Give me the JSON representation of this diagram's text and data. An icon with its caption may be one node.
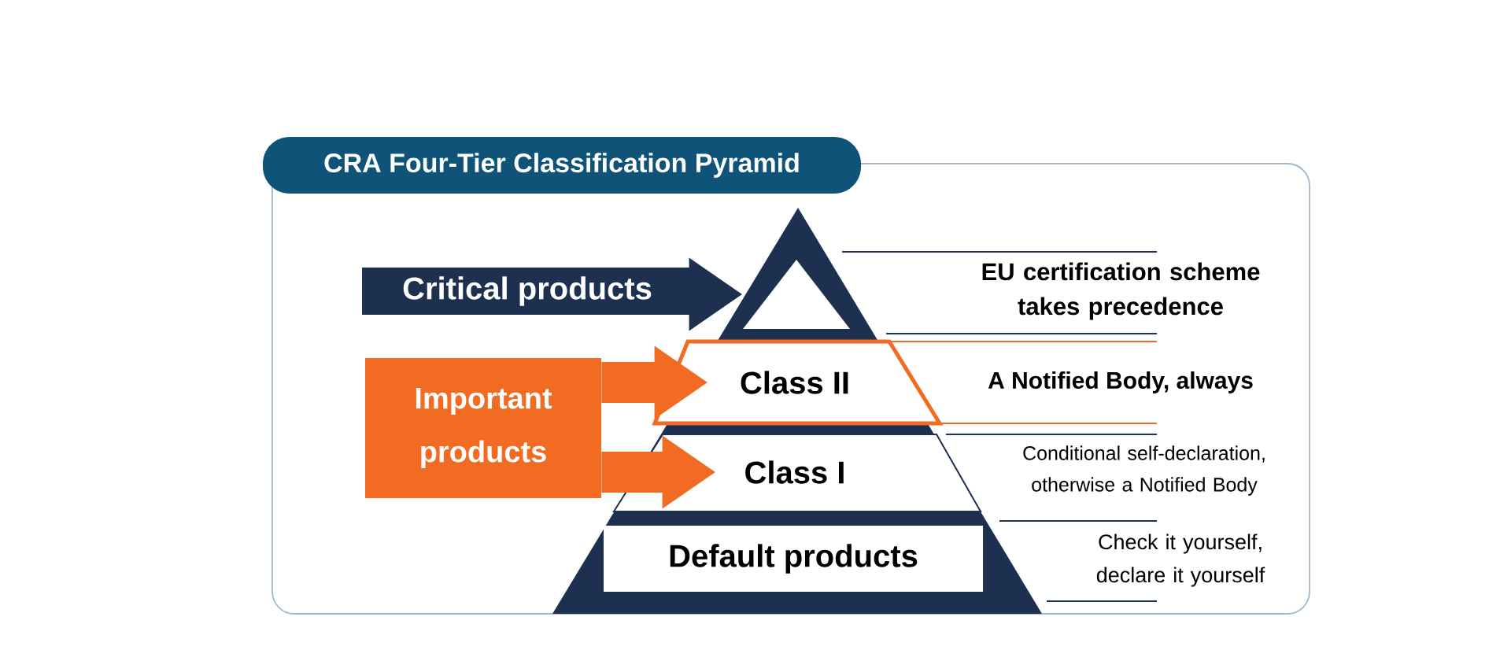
{
  "diagram": {
    "title": "CRA Four-Tier Classification Pyramid",
    "nodes": [
      {
        "text": [
          "Critical products"
        ]
      },
      {
        "text": [
          "Important products"
        ]
      },
      {
        "text": [],
        "shape": "triangle"
      },
      {
        "text": [
          "Class II"
        ]
      },
      {
        "text": [
          "Class I"
        ]
      },
      {
        "text": [
          "Default products"
        ]
      }
    ],
    "edges": [
      {
        "from": 0,
        "to": 2,
        "arrow": "to",
        "color": "#1e3050"
      },
      {
        "from": 1,
        "to": 3,
        "arrow": "to",
        "color": "#f26b22"
      },
      {
        "from": 1,
        "to": 4,
        "arrow": "to",
        "color": "#f26b22"
      }
    ],
    "labels": [
      "EU certification scheme takes precedence",
      "A Notified Body, always",
      "Conditional self-declaration, otherwise a Notified Body",
      "Check it yourself, declare it yourself"
    ]
  }
}
